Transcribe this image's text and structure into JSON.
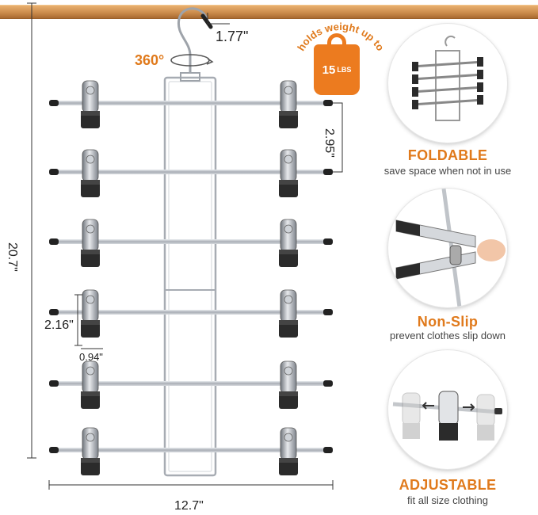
{
  "product": {
    "hook_size": "1.77\"",
    "rotation": "360°",
    "rung_spacing": "2.95\"",
    "total_height": "20.7\"",
    "clip_height": "2.16\"",
    "clip_width": "0.94\"",
    "total_width": "12.7\""
  },
  "weight_badge": {
    "arc_text": "holds weight up to",
    "value": "15",
    "unit": "LBS"
  },
  "features": [
    {
      "title": "FOLDABLE",
      "subtitle": "save space when not in use"
    },
    {
      "title": "Non-Slip",
      "subtitle": "prevent clothes slip down"
    },
    {
      "title": "ADJUSTABLE",
      "subtitle": "fit all size clothing"
    }
  ],
  "colors": {
    "accent": "#e07a1c",
    "rail": "#c98a4a",
    "metal": "#b8bcc2",
    "clip_dark": "#2b2b2b"
  }
}
